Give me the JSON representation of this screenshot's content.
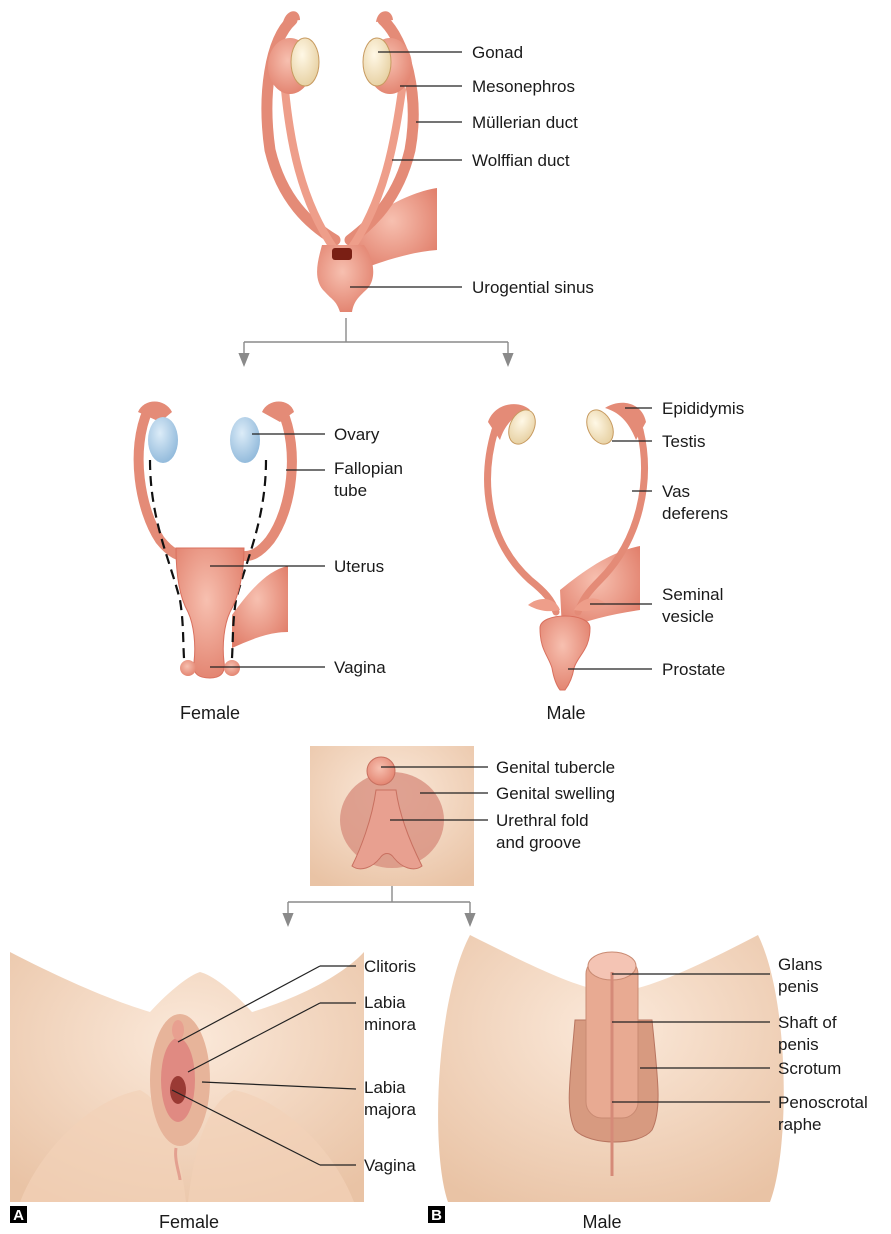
{
  "embryonic_ducts": {
    "labels": {
      "gonad": "Gonad",
      "mesonephros": "Mesonephros",
      "mullerian_duct": "Müllerian duct",
      "wolffian_duct": "Wolffian duct",
      "urogenital_sinus": "Urogential sinus"
    }
  },
  "internal_female": {
    "labels": {
      "ovary": "Ovary",
      "fallopian_tube_1": "Fallopian",
      "fallopian_tube_2": "tube",
      "uterus": "Uterus",
      "vagina": "Vagina"
    },
    "caption": "Female"
  },
  "internal_male": {
    "labels": {
      "epididymis": "Epididymis",
      "testis": "Testis",
      "vas_deferens_1": "Vas",
      "vas_deferens_2": "deferens",
      "seminal_vesicle_1": "Seminal",
      "seminal_vesicle_2": "vesicle",
      "prostate": "Prostate"
    },
    "caption": "Male"
  },
  "external_primordium": {
    "labels": {
      "genital_tubercle": "Genital tubercle",
      "genital_swelling": "Genital swelling",
      "urethral_fold_1": "Urethral fold",
      "urethral_fold_2": "and groove"
    }
  },
  "external_female": {
    "panel_letter": "A",
    "labels": {
      "clitoris": "Clitoris",
      "labia_minora_1": "Labia",
      "labia_minora_2": "minora",
      "labia_majora_1": "Labia",
      "labia_majora_2": "majora",
      "vagina": "Vagina"
    },
    "caption": "Female"
  },
  "external_male": {
    "panel_letter": "B",
    "labels": {
      "glans_penis_1": "Glans",
      "glans_penis_2": "penis",
      "shaft_1": "Shaft of",
      "shaft_2": "penis",
      "scrotum": "Scrotum",
      "raphe_1": "Penoscrotal",
      "raphe_2": "raphe"
    },
    "caption": "Male"
  },
  "colors": {
    "tissue": "#f0a08e",
    "tissue_dark": "#d9705e",
    "tissue_light": "#f7c2b4",
    "gonad": "#f4ead0",
    "ovary": "#b9d6ec",
    "skin": "#f6dcc6",
    "skin_shadow": "#e6bfa2"
  }
}
